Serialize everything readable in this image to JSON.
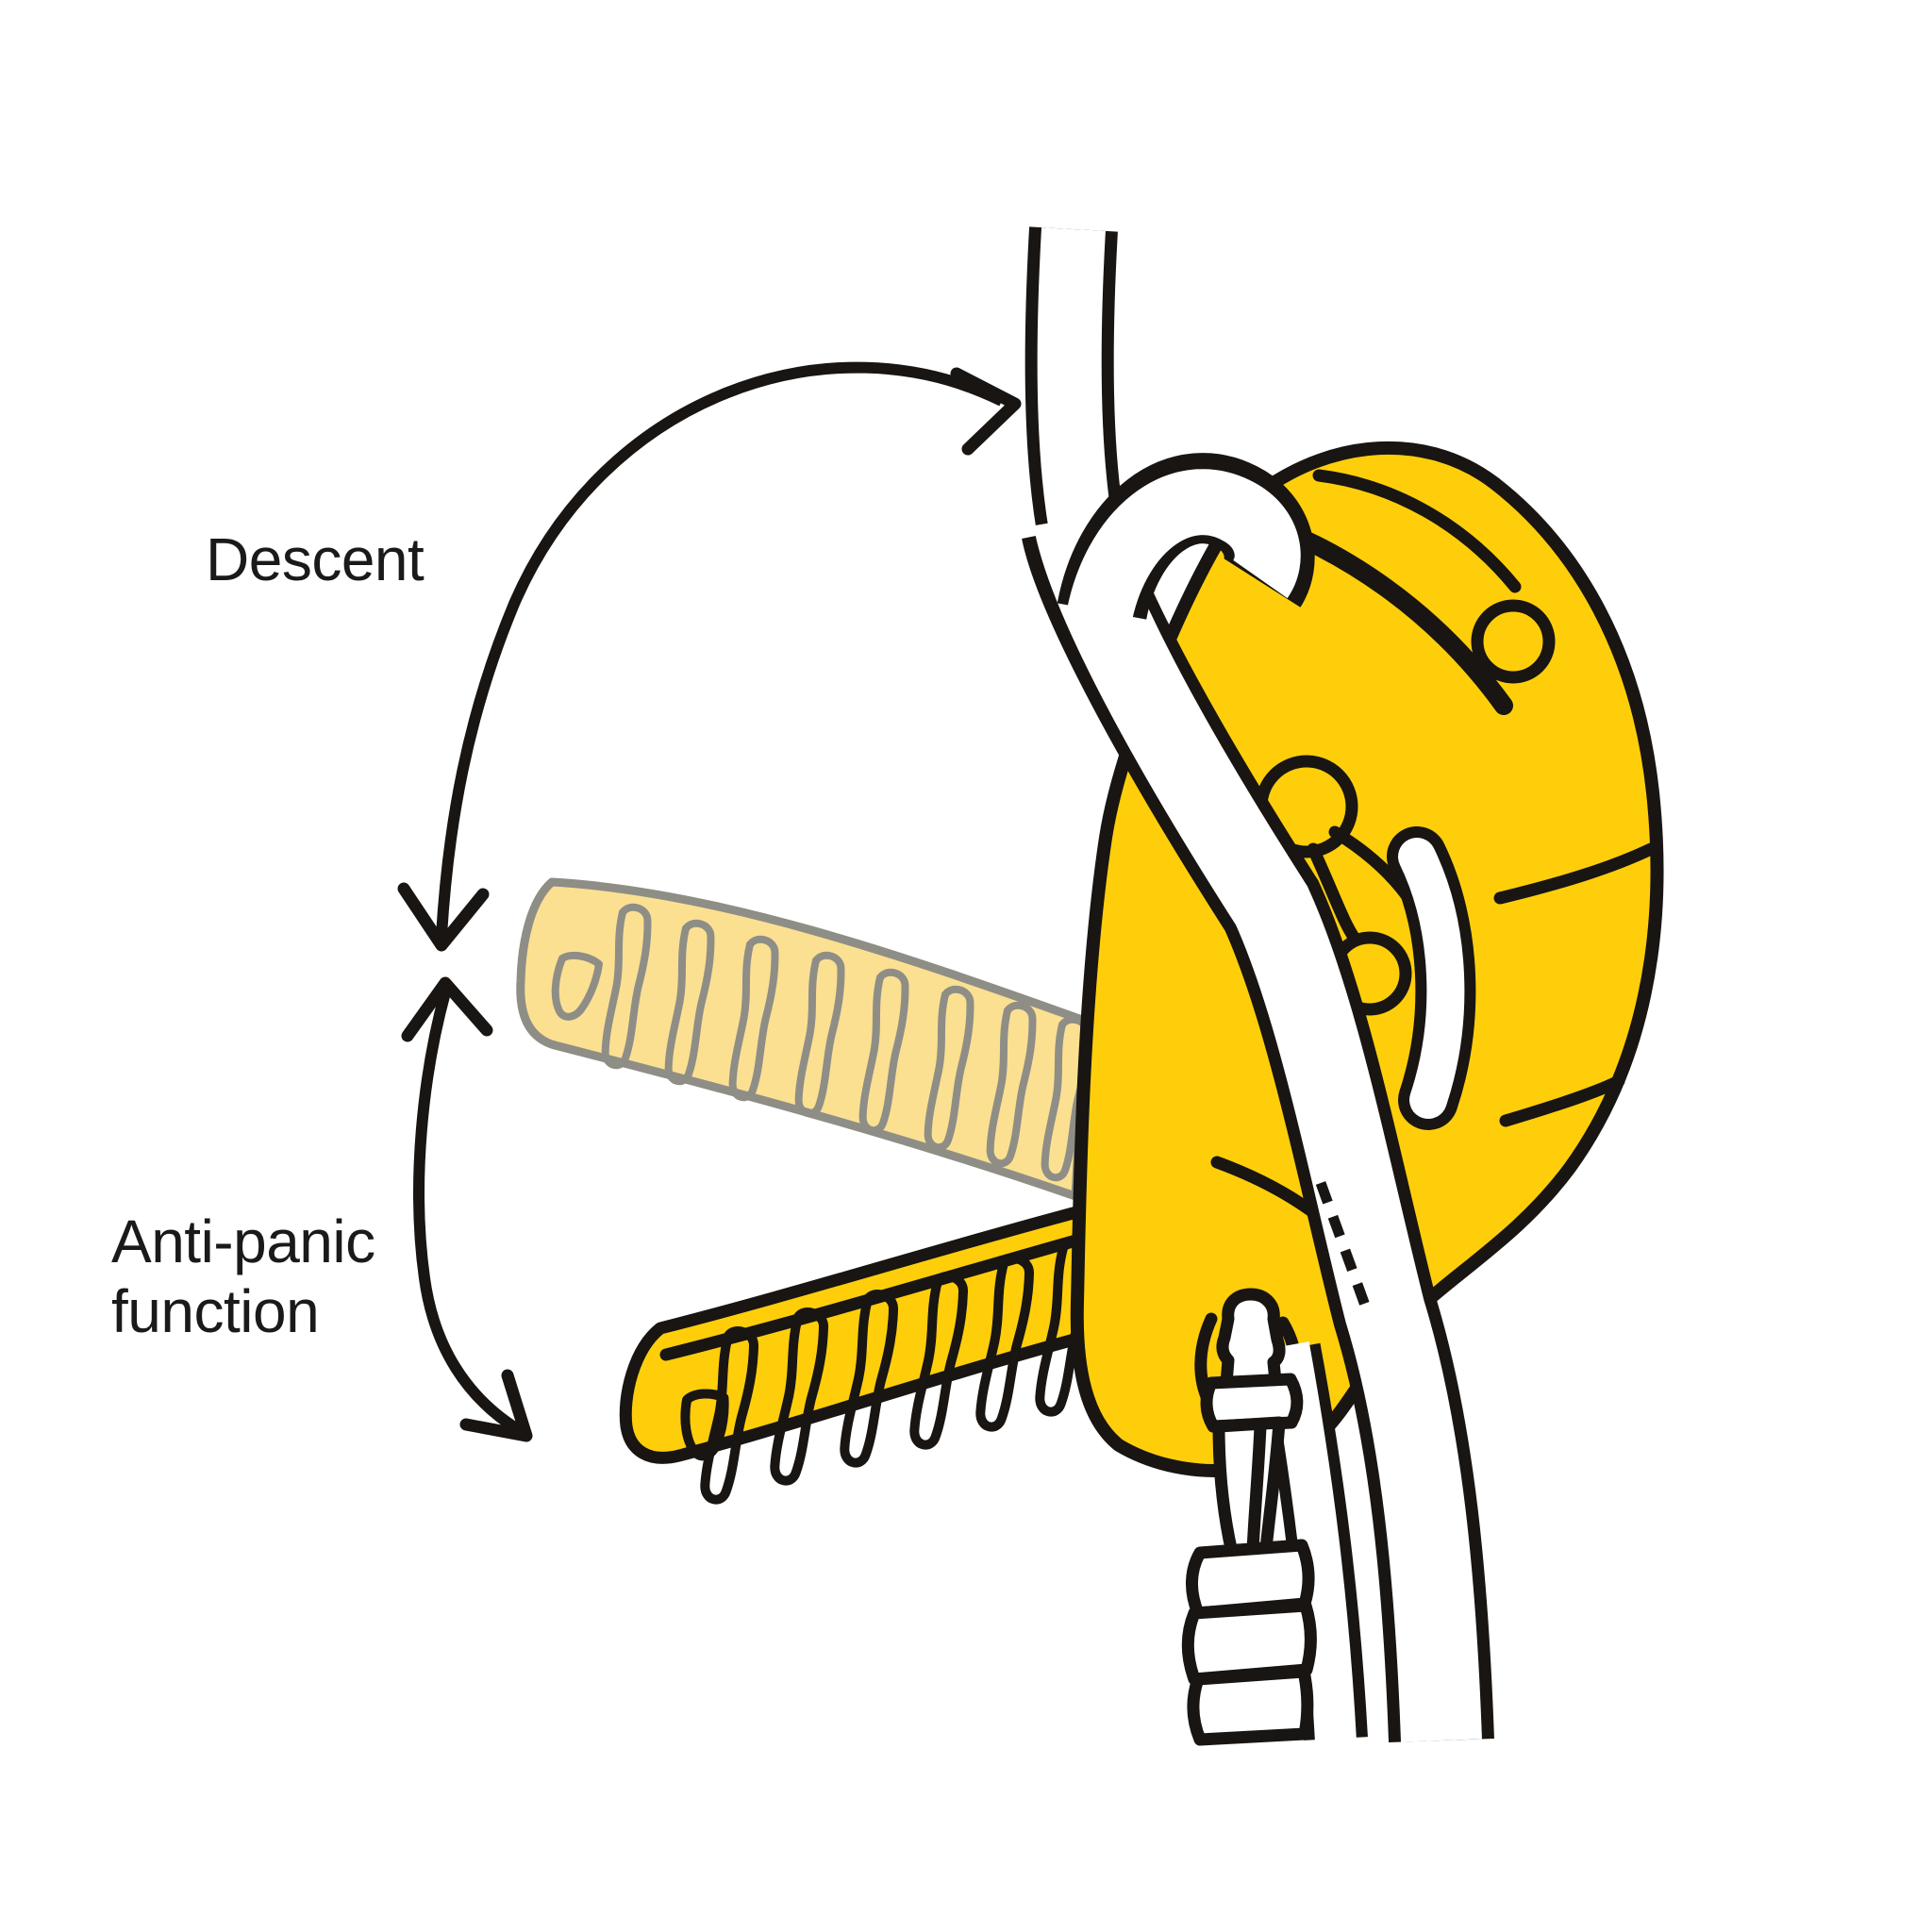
{
  "diagram": {
    "background": "#ffffff",
    "annotations": {
      "descent": {
        "label": "Descent",
        "arrow_icon": "curved-arc-arrow"
      },
      "anti_panic": {
        "label_line1": "Anti-panic",
        "label_line2": "function",
        "arrow_icon": "curved-arc-arrow"
      }
    },
    "colors": {
      "ink": "#181512",
      "text": "#1a1a1a",
      "device_yellow": "#ffce0b",
      "ghost_handle_fill": "#fbe092",
      "ghost_handle_outline": "#8e8e87",
      "rope_fill": "#ffffff"
    },
    "parts": [
      "rope",
      "descender-body",
      "cam-mechanism",
      "descent-position-handle-ghost",
      "anti-panic-position-handle",
      "carabiner"
    ]
  }
}
